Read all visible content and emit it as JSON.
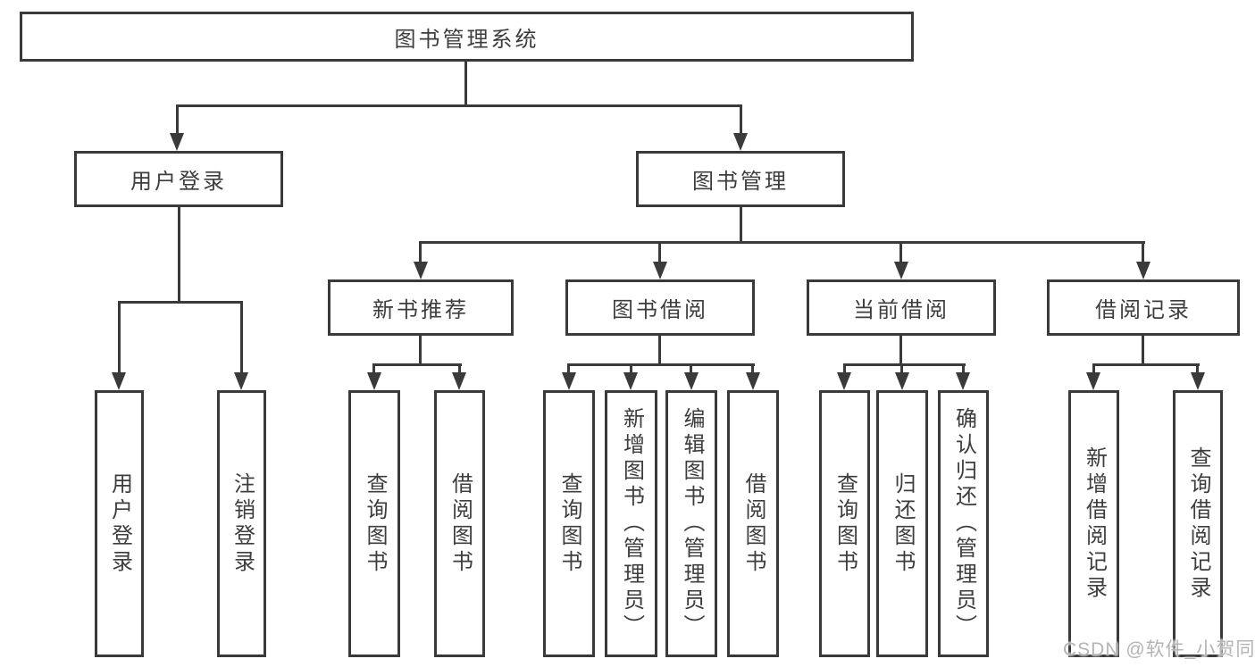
{
  "tree": {
    "root": "图书管理系统",
    "children": [
      {
        "label": "用户登录",
        "children": [
          {
            "label": "用户登录"
          },
          {
            "label": "注销登录"
          }
        ]
      },
      {
        "label": "图书管理",
        "children": [
          {
            "label": "新书推荐",
            "children": [
              {
                "label": "查询图书"
              },
              {
                "label": "借阅图书"
              }
            ]
          },
          {
            "label": "图书借阅",
            "children": [
              {
                "label": "查询图书"
              },
              {
                "label": "新增图书（管理员）"
              },
              {
                "label": "编辑图书（管理员）"
              },
              {
                "label": "借阅图书"
              }
            ]
          },
          {
            "label": "当前借阅",
            "children": [
              {
                "label": "查询图书"
              },
              {
                "label": "归还图书"
              },
              {
                "label": "确认归还（管理员）"
              }
            ]
          },
          {
            "label": "借阅记录",
            "children": [
              {
                "label": "新增借阅记录"
              },
              {
                "label": "查询借阅记录"
              }
            ]
          }
        ]
      }
    ]
  },
  "watermark": {
    "text": "CSDN @软件_小贺同学"
  },
  "colors": {
    "line": "#3a3a3a",
    "text": "#3d3d3d",
    "box_background": "#ffffff",
    "page_background": "#ffffff",
    "watermark": "#b4b4b4"
  }
}
